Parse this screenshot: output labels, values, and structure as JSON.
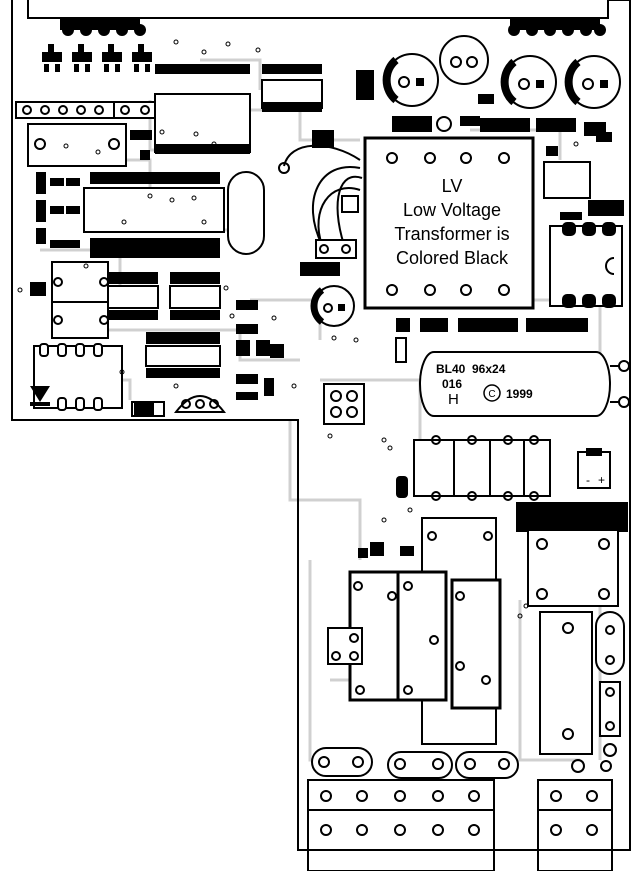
{
  "transformer": {
    "line1": "LV",
    "line2": "Low Voltage",
    "line3": "Transformer is",
    "line4": "Colored Black"
  },
  "capacitor": {
    "code": "BL40",
    "value": "96x24",
    "code2": "016",
    "letter": "H",
    "year": "1999",
    "copyright_symbol": "C"
  },
  "bridge": {
    "minus": "-",
    "plus": "+"
  }
}
